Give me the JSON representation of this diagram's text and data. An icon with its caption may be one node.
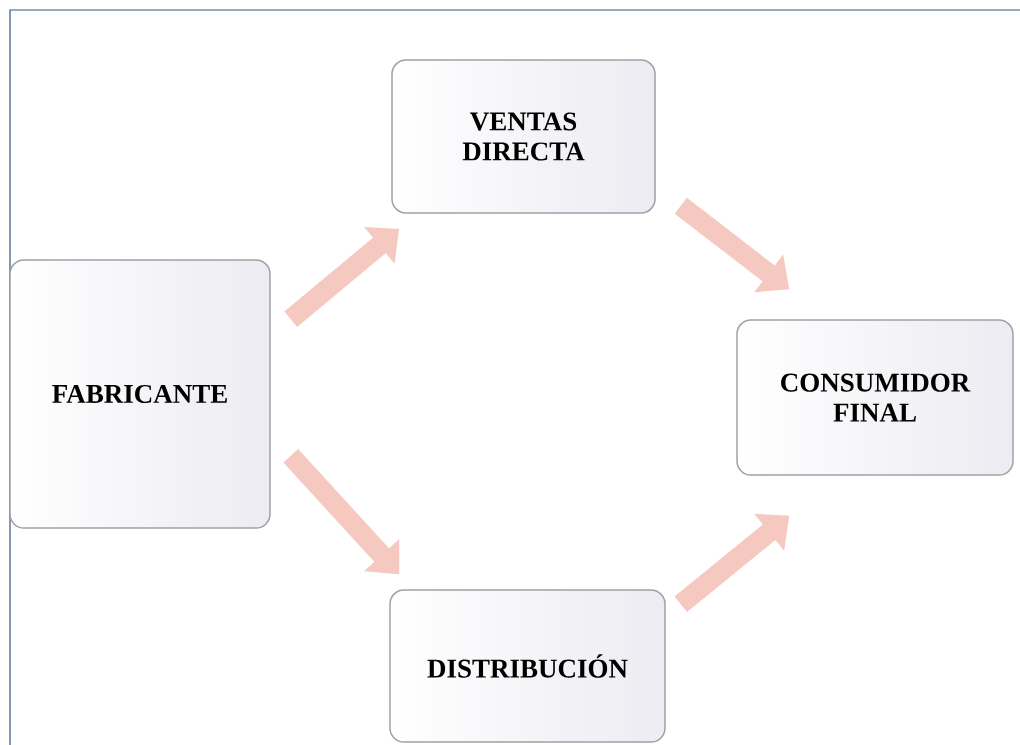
{
  "diagram": {
    "nodes": [
      {
        "text": [
          "FABRICANTE"
        ]
      },
      {
        "text": [
          "VENTAS DIRECTA"
        ]
      },
      {
        "text": [
          "CONSUMIDOR FINAL"
        ]
      },
      {
        "text": [
          "DISTRIBUCIÓN"
        ]
      }
    ],
    "edges": [
      {
        "from": 0,
        "to": 1,
        "arrow": "to"
      },
      {
        "from": 1,
        "to": 2,
        "arrow": "to"
      },
      {
        "from": 0,
        "to": 3,
        "arrow": "to"
      },
      {
        "from": 3,
        "to": 2,
        "arrow": "to"
      }
    ]
  }
}
